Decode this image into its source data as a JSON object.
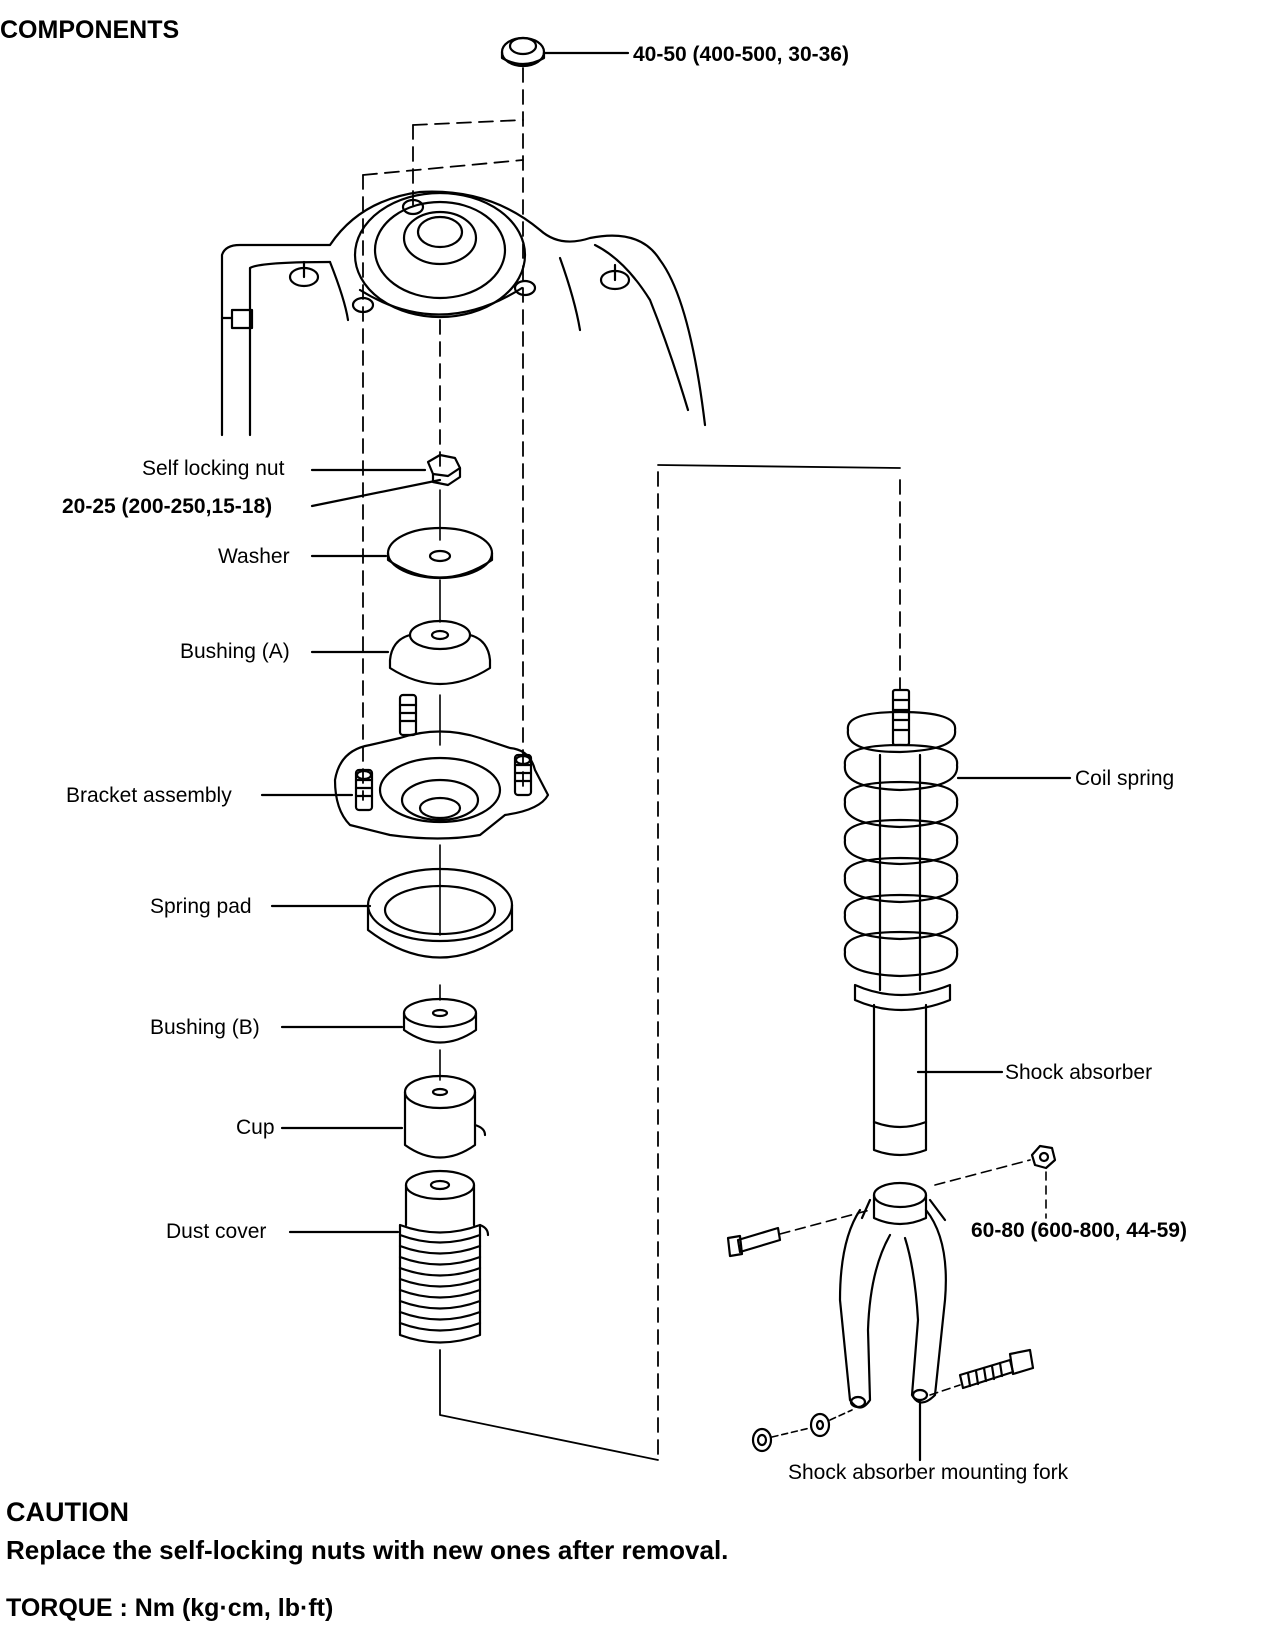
{
  "heading": "COMPONENTS",
  "labels": {
    "top_nut_torque": "40-50 (400-500, 30-36)",
    "self_locking_nut": "Self locking nut",
    "self_locking_nut_torque": "20-25 (200-250,15-18)",
    "washer": "Washer",
    "bushing_a": "Bushing (A)",
    "bracket_assembly": "Bracket assembly",
    "spring_pad": "Spring pad",
    "bushing_b": "Bushing (B)",
    "cup": "Cup",
    "dust_cover": "Dust cover",
    "coil_spring": "Coil spring",
    "shock_absorber": "Shock absorber",
    "fork_nut_torque": "60-80 (600-800, 44-59)",
    "mounting_fork": "Shock absorber mounting fork"
  },
  "caution": {
    "title": "CAUTION",
    "text": "Replace the self-locking nuts with new ones after removal."
  },
  "torque_note": "TORQUE : Nm (kg·cm, lb·ft)"
}
